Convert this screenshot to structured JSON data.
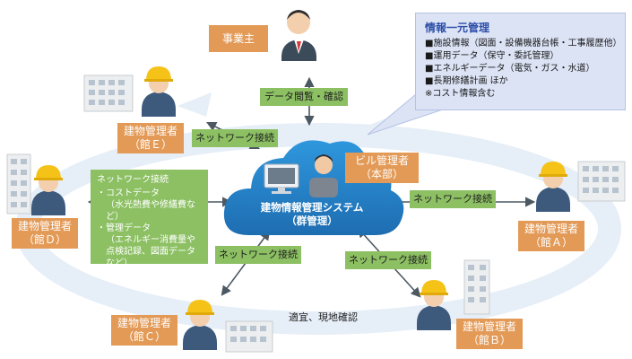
{
  "diagram": {
    "owner_label": "事業主",
    "data_view_label": "データ閲覧・確認",
    "info_panel": {
      "title": "情報一元管理",
      "lines": [
        "■施設情報（図面・設備機器台帳・工事履歴他）",
        "■運用データ（保守・委託管理）",
        "■エネルギーデータ（電気・ガス・水道）",
        "■長期修繕計画 ほか",
        "※コスト情報含む"
      ]
    },
    "center": {
      "line1": "建物情報管理システム",
      "line2": "（群管理）"
    },
    "building_manager_hq": {
      "line1": "ビル管理者",
      "line2": "（本部）"
    },
    "network_label": "ネットワーク接続",
    "network_detail": {
      "title": "ネットワーク接続",
      "item1": "・コストデータ",
      "item1_sub": "（水光熱費や修繕費など）",
      "item2": "・管理データ",
      "item2_sub1": "（エネルギー消費量や",
      "item2_sub2": "点検記録、図面データ",
      "item2_sub3": "など）"
    },
    "managers": [
      {
        "title": "建物管理者",
        "site": "（館Ｅ）"
      },
      {
        "title": "建物管理者",
        "site": "（館Ｄ）"
      },
      {
        "title": "建物管理者",
        "site": "（館Ｃ）"
      },
      {
        "title": "建物管理者",
        "site": "（館Ｂ）"
      },
      {
        "title": "建物管理者",
        "site": "（館Ａ）"
      }
    ],
    "onsite_label": "適宜、現地確認",
    "colors": {
      "orange_box": "#e39a57",
      "green_box": "#8cc063",
      "cloud": "#2a86c8",
      "ring": "#e6eef7",
      "info_panel": "#dbe3f5",
      "helmet": "#f5c218"
    }
  }
}
